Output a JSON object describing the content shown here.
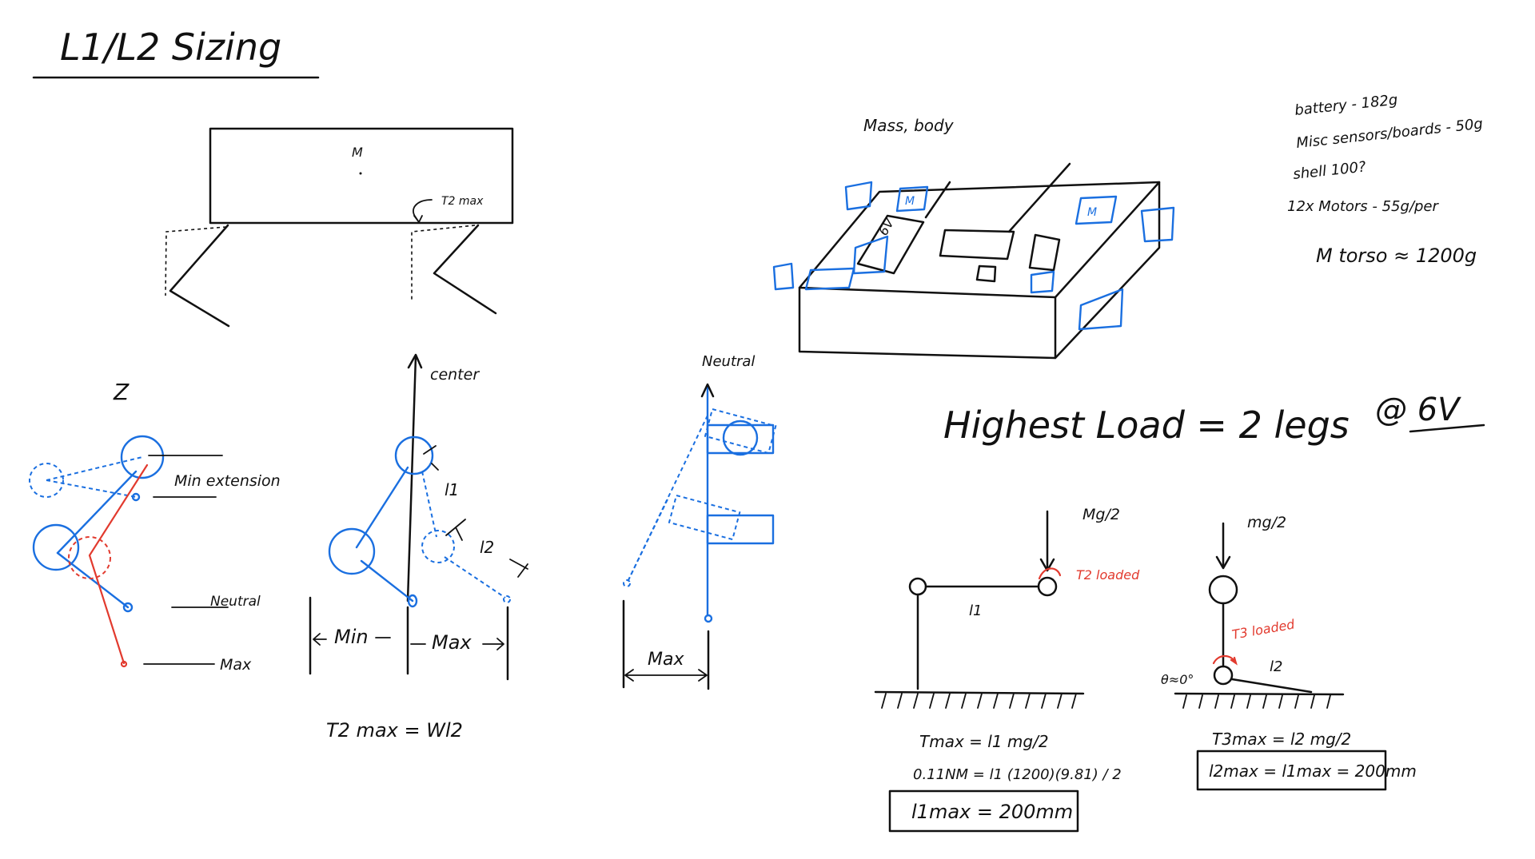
{
  "title": "L1/L2 Sizing",
  "body_sketch": {
    "mass_label": "M",
    "torque_label": "T2 max"
  },
  "leg_extension": {
    "z_label": "Z",
    "min_label": "Min extension",
    "neutral_label": "Neutral",
    "max_label": "Max"
  },
  "leg_center": {
    "center_label": "center",
    "l1_label": "l1",
    "l2_label": "l2",
    "min_label": "Min",
    "max_label": "Max",
    "torque_equation": "T2 max = Wl2"
  },
  "leg_neutral": {
    "neutral_label": "Neutral",
    "max_label": "Max"
  },
  "body_box": {
    "label": "Mass, body",
    "motor_label": "M",
    "battery_label": "6V"
  },
  "mass_budget": {
    "items": [
      "battery - 182g",
      "Misc sensors/boards - 50g",
      "shell 100?",
      "12x Motors - 55g/per"
    ],
    "total": "M torso ≈ 1200g"
  },
  "highest_load": {
    "text": "Highest Load = 2 legs",
    "voltage": "@ 6V"
  },
  "case_l1": {
    "force_label": "Mg/2",
    "torque_label": "T2 loaded",
    "link_label": "l1",
    "eq1": "Tmax = l1 mg/2",
    "eq2": "0.11NM = l1 (1200)(9.81) / 2",
    "result": "l1max = 200mm"
  },
  "case_l2": {
    "force_label": "mg/2",
    "torque_label": "T3 loaded",
    "link_label": "l2",
    "angle_label": "θ≈0°",
    "eq1": "T3max = l2 mg/2",
    "result": "l2max = l1max = 200mm"
  },
  "colors": {
    "ink": "#111111",
    "blue": "#1a6fe0",
    "red": "#e23a2e"
  }
}
